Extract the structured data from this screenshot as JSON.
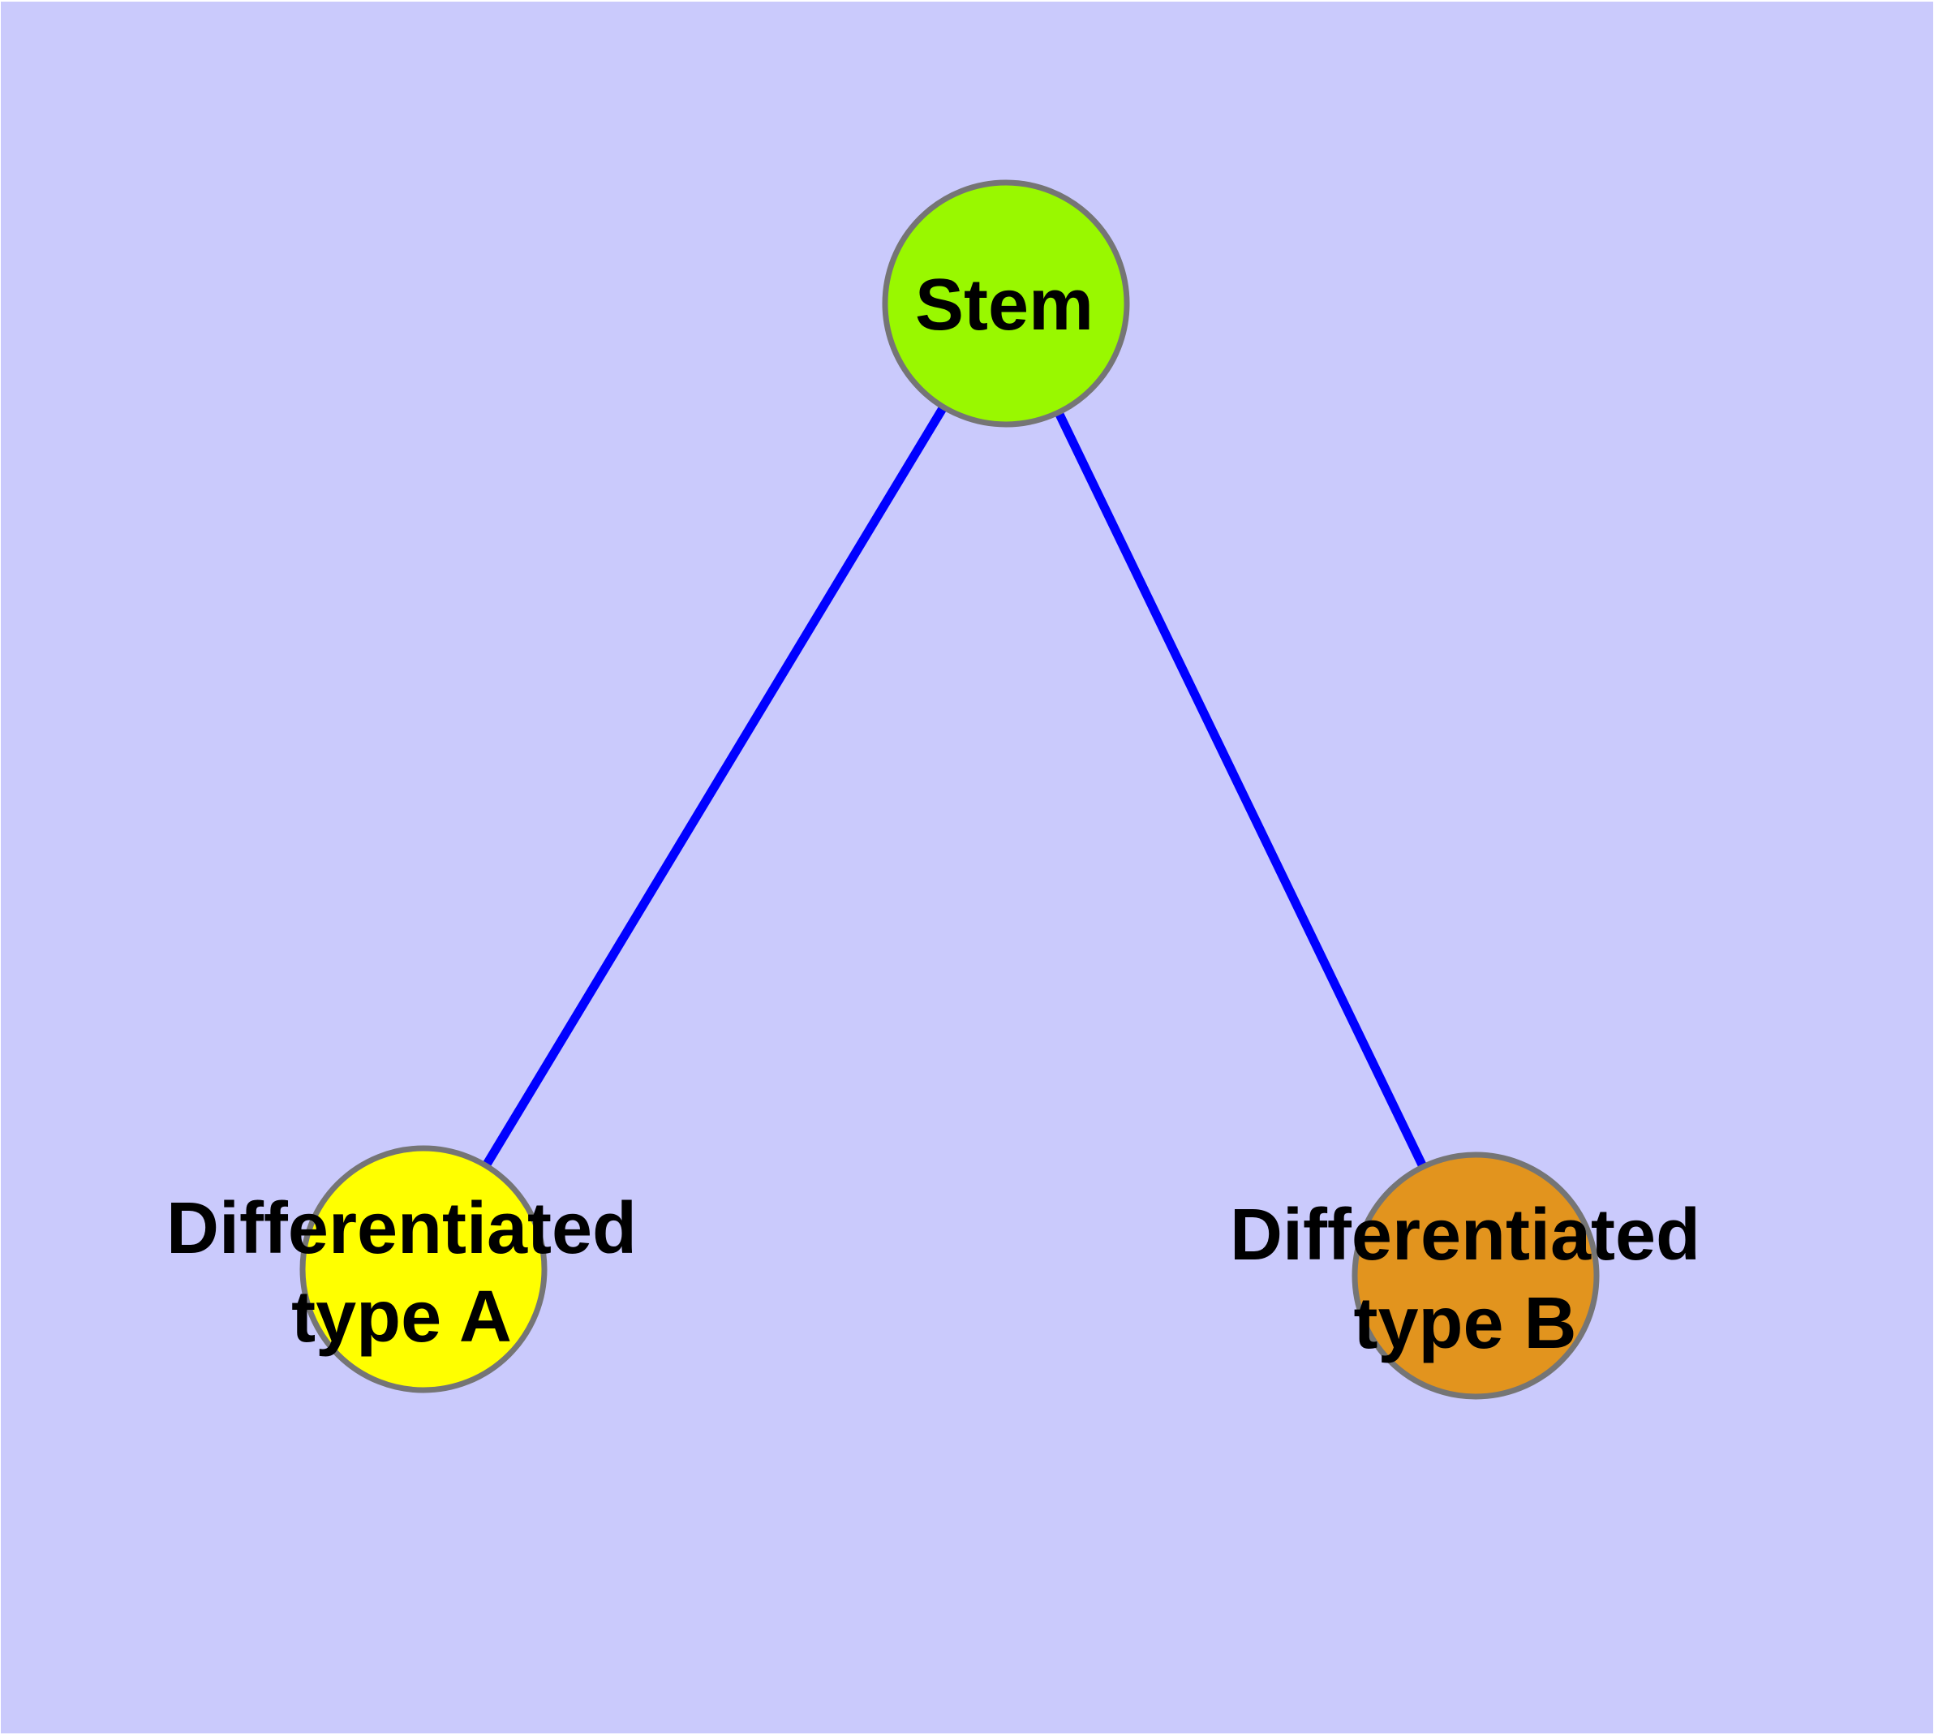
{
  "colors": {
    "background_lavender": "#CACAFC",
    "frame_white": "#FFFFFF",
    "edge_blue": "#0000FF",
    "node_border_gray": "#757575",
    "label_black": "#000000"
  },
  "graph": {
    "nodes": [
      {
        "id": "stem",
        "label": "Stem",
        "fill": "#99F800"
      },
      {
        "id": "diff-a",
        "label": "Differentiated type A",
        "label_line1": "Differentiated",
        "label_line2": "type A",
        "fill": "#FFFF00"
      },
      {
        "id": "diff-b",
        "label": "Differentiated type B",
        "label_line1": "Differentiated",
        "label_line2": "type B",
        "fill": "#E2941E"
      }
    ],
    "edges": [
      {
        "from": "Stem",
        "to": "Differentiated type A"
      },
      {
        "from": "Stem",
        "to": "Differentiated type B"
      }
    ]
  }
}
